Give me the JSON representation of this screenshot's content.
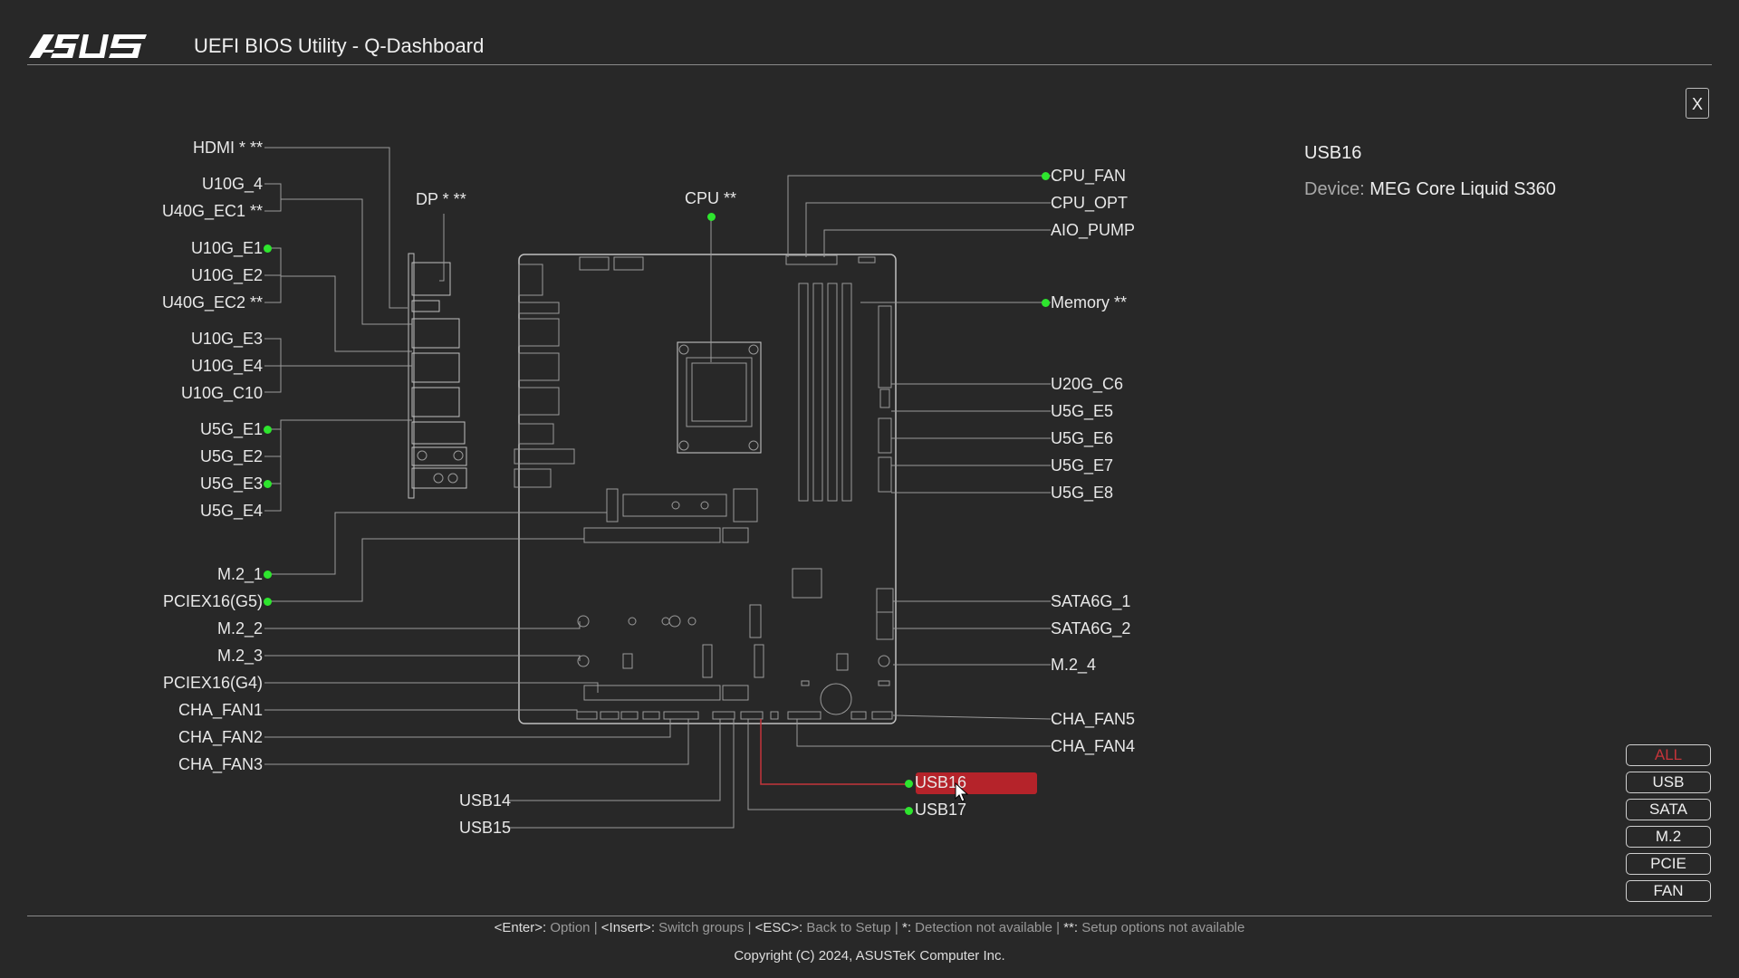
{
  "header": {
    "brand": "ASUS",
    "title": "UEFI BIOS Utility - Q-Dashboard"
  },
  "close_label": "X",
  "left_ports": [
    {
      "label": "HDMI * **",
      "active": false
    },
    {
      "label": "U10G_4",
      "active": false
    },
    {
      "label": "U40G_EC1 **",
      "active": false
    },
    {
      "label": "U10G_E1",
      "active": true
    },
    {
      "label": "U10G_E2",
      "active": false
    },
    {
      "label": "U40G_EC2 **",
      "active": false
    },
    {
      "label": "U10G_E3",
      "active": false
    },
    {
      "label": "U10G_E4",
      "active": false
    },
    {
      "label": "U10G_C10",
      "active": false
    },
    {
      "label": "U5G_E1",
      "active": true
    },
    {
      "label": "U5G_E2",
      "active": false
    },
    {
      "label": "U5G_E3",
      "active": true
    },
    {
      "label": "U5G_E4",
      "active": false
    },
    {
      "label": "M.2_1",
      "active": true
    },
    {
      "label": "PCIEX16(G5)",
      "active": true
    },
    {
      "label": "M.2_2",
      "active": false
    },
    {
      "label": "M.2_3",
      "active": false
    },
    {
      "label": "PCIEX16(G4)",
      "active": false
    },
    {
      "label": "CHA_FAN1",
      "active": false
    },
    {
      "label": "CHA_FAN2",
      "active": false
    },
    {
      "label": "CHA_FAN3",
      "active": false
    }
  ],
  "top_ports": [
    {
      "label": "DP * **",
      "active": false
    },
    {
      "label": "CPU **",
      "active": true
    }
  ],
  "right_ports": [
    {
      "label": "CPU_FAN",
      "active": true
    },
    {
      "label": "CPU_OPT",
      "active": false
    },
    {
      "label": "AIO_PUMP",
      "active": false
    },
    {
      "label": "Memory **",
      "active": true
    },
    {
      "label": "U20G_C6",
      "active": false
    },
    {
      "label": "U5G_E5",
      "active": false
    },
    {
      "label": "U5G_E6",
      "active": false
    },
    {
      "label": "U5G_E7",
      "active": false
    },
    {
      "label": "U5G_E8",
      "active": false
    },
    {
      "label": "SATA6G_1",
      "active": false
    },
    {
      "label": "SATA6G_2",
      "active": false
    },
    {
      "label": "M.2_4",
      "active": false
    },
    {
      "label": "CHA_FAN5",
      "active": false
    },
    {
      "label": "CHA_FAN4",
      "active": false
    }
  ],
  "bottom_ports": [
    {
      "label": "USB14",
      "active": false
    },
    {
      "label": "USB15",
      "active": false
    },
    {
      "label": "USB16",
      "active": true,
      "selected": true
    },
    {
      "label": "USB17",
      "active": true
    }
  ],
  "info": {
    "port_name": "USB16",
    "device_key": "Device:",
    "device_value": "MEG Core Liquid S360"
  },
  "filters": [
    {
      "label": "ALL",
      "active": true
    },
    {
      "label": "USB",
      "active": false
    },
    {
      "label": "SATA",
      "active": false
    },
    {
      "label": "M.2",
      "active": false
    },
    {
      "label": "PCIE",
      "active": false
    },
    {
      "label": "FAN",
      "active": false
    }
  ],
  "help": [
    {
      "key": "<Enter>",
      "sep": ":",
      "desc": " Option"
    },
    {
      "key": "<Insert>",
      "sep": ":",
      "desc": " Switch groups"
    },
    {
      "key": "<ESC>",
      "sep": ":",
      "desc": " Back to Setup"
    },
    {
      "key": "*",
      "sep": ":",
      "desc": " Detection not available"
    },
    {
      "key": "**",
      "sep": ":",
      "desc": " Setup options not available"
    }
  ],
  "copyright": "Copyright (C) 2024, ASUSTeK Computer Inc.",
  "colors": {
    "background": "#282828",
    "dot_active": "#2ee52e",
    "selection": "#b5232a",
    "accent_red": "#c4343a",
    "line": "#9a9a9a"
  }
}
